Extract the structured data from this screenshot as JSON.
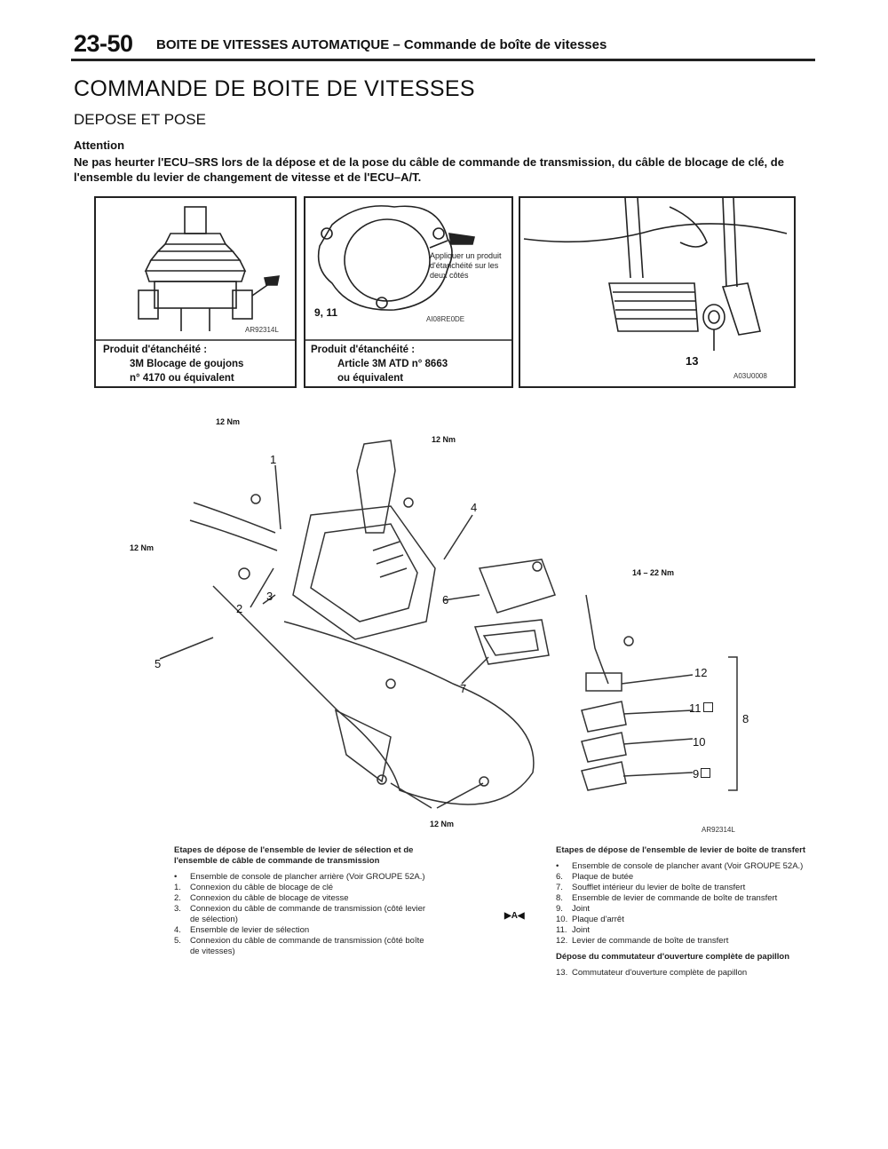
{
  "header": {
    "page_number": "23-50",
    "title": "BOITE DE VITESSES AUTOMATIQUE – Commande de boîte de vitesses"
  },
  "main_title": "COMMANDE DE BOITE DE VITESSES",
  "subtitle": "DEPOSE ET POSE",
  "attention": {
    "label": "Attention",
    "text": "Ne pas heurter l'ECU–SRS lors de la dépose et de la pose du câble de commande de transmission, du câble de blocage de clé, de l'ensemble du levier de changement de vitesse et de l'ECU–A/T."
  },
  "panels": {
    "left": {
      "code": "AR92314L",
      "caption_line1": "Produit d'étanchéité :",
      "caption_line2": "3M Blocage de goujons",
      "caption_line3": "n° 4170 ou équivalent"
    },
    "middle": {
      "parts": "9, 11",
      "note": "Appliquer un produit d'étanchéité sur les deux côtés",
      "code": "AI08RE0DE",
      "caption_line1": "Produit d'étanchéité :",
      "caption_line2": "Article 3M ATD n° 8663",
      "caption_line3": "ou équivalent"
    },
    "right": {
      "part": "13",
      "code": "A03U0008"
    }
  },
  "diagram": {
    "code": "AR92314L",
    "torques": {
      "t1": "12 Nm",
      "t2": "12 Nm",
      "t3": "12 Nm",
      "t4": "14 – 22 Nm",
      "t5": "12 Nm"
    },
    "labels": [
      "1",
      "2",
      "3",
      "4",
      "5",
      "6",
      "7",
      "8",
      "9",
      "10",
      "11",
      "12"
    ],
    "label_suffix_11": "11",
    "label_suffix_9": "9"
  },
  "steps_left": {
    "heading": "Etapes de dépose de l'ensemble de levier de sélection et de l'ensemble de câble de commande de transmission",
    "items": [
      {
        "n": "•",
        "text": "Ensemble de console de plancher arrière (Voir GROUPE 52A.)"
      },
      {
        "n": "1.",
        "text": "Connexion du câble de blocage de clé"
      },
      {
        "n": "2.",
        "text": "Connexion du câble de blocage de vitesse"
      },
      {
        "n": "3.",
        "text": "Connexion du câble de commande de transmission (côté levier de sélection)"
      },
      {
        "n": "4.",
        "text": "Ensemble de levier de sélection"
      },
      {
        "n": "5.",
        "text": "Connexion du câble de commande de transmission (côté boîte de vitesses)"
      }
    ]
  },
  "steps_right": {
    "heading": "Etapes de dépose de l'ensemble de levier de boîte de transfert",
    "marker": "▶A◀",
    "items": [
      {
        "n": "•",
        "text": "Ensemble de console de plancher avant (Voir GROUPE 52A.)"
      },
      {
        "n": "6.",
        "text": "Plaque de butée"
      },
      {
        "n": "7.",
        "text": "Soufflet intérieur du levier de boîte de transfert"
      },
      {
        "n": "8.",
        "text": "Ensemble de levier de commande de boîte de transfert"
      },
      {
        "n": "9.",
        "text": "Joint"
      },
      {
        "n": "10.",
        "text": "Plaque d'arrêt"
      },
      {
        "n": "11.",
        "text": "Joint"
      },
      {
        "n": "12.",
        "text": "Levier de commande de boîte de transfert"
      }
    ],
    "heading2": "Dépose du commutateur d'ouverture complète de papillon",
    "items2": [
      {
        "n": "13.",
        "text": "Commutateur d'ouverture complète de papillon"
      }
    ]
  }
}
